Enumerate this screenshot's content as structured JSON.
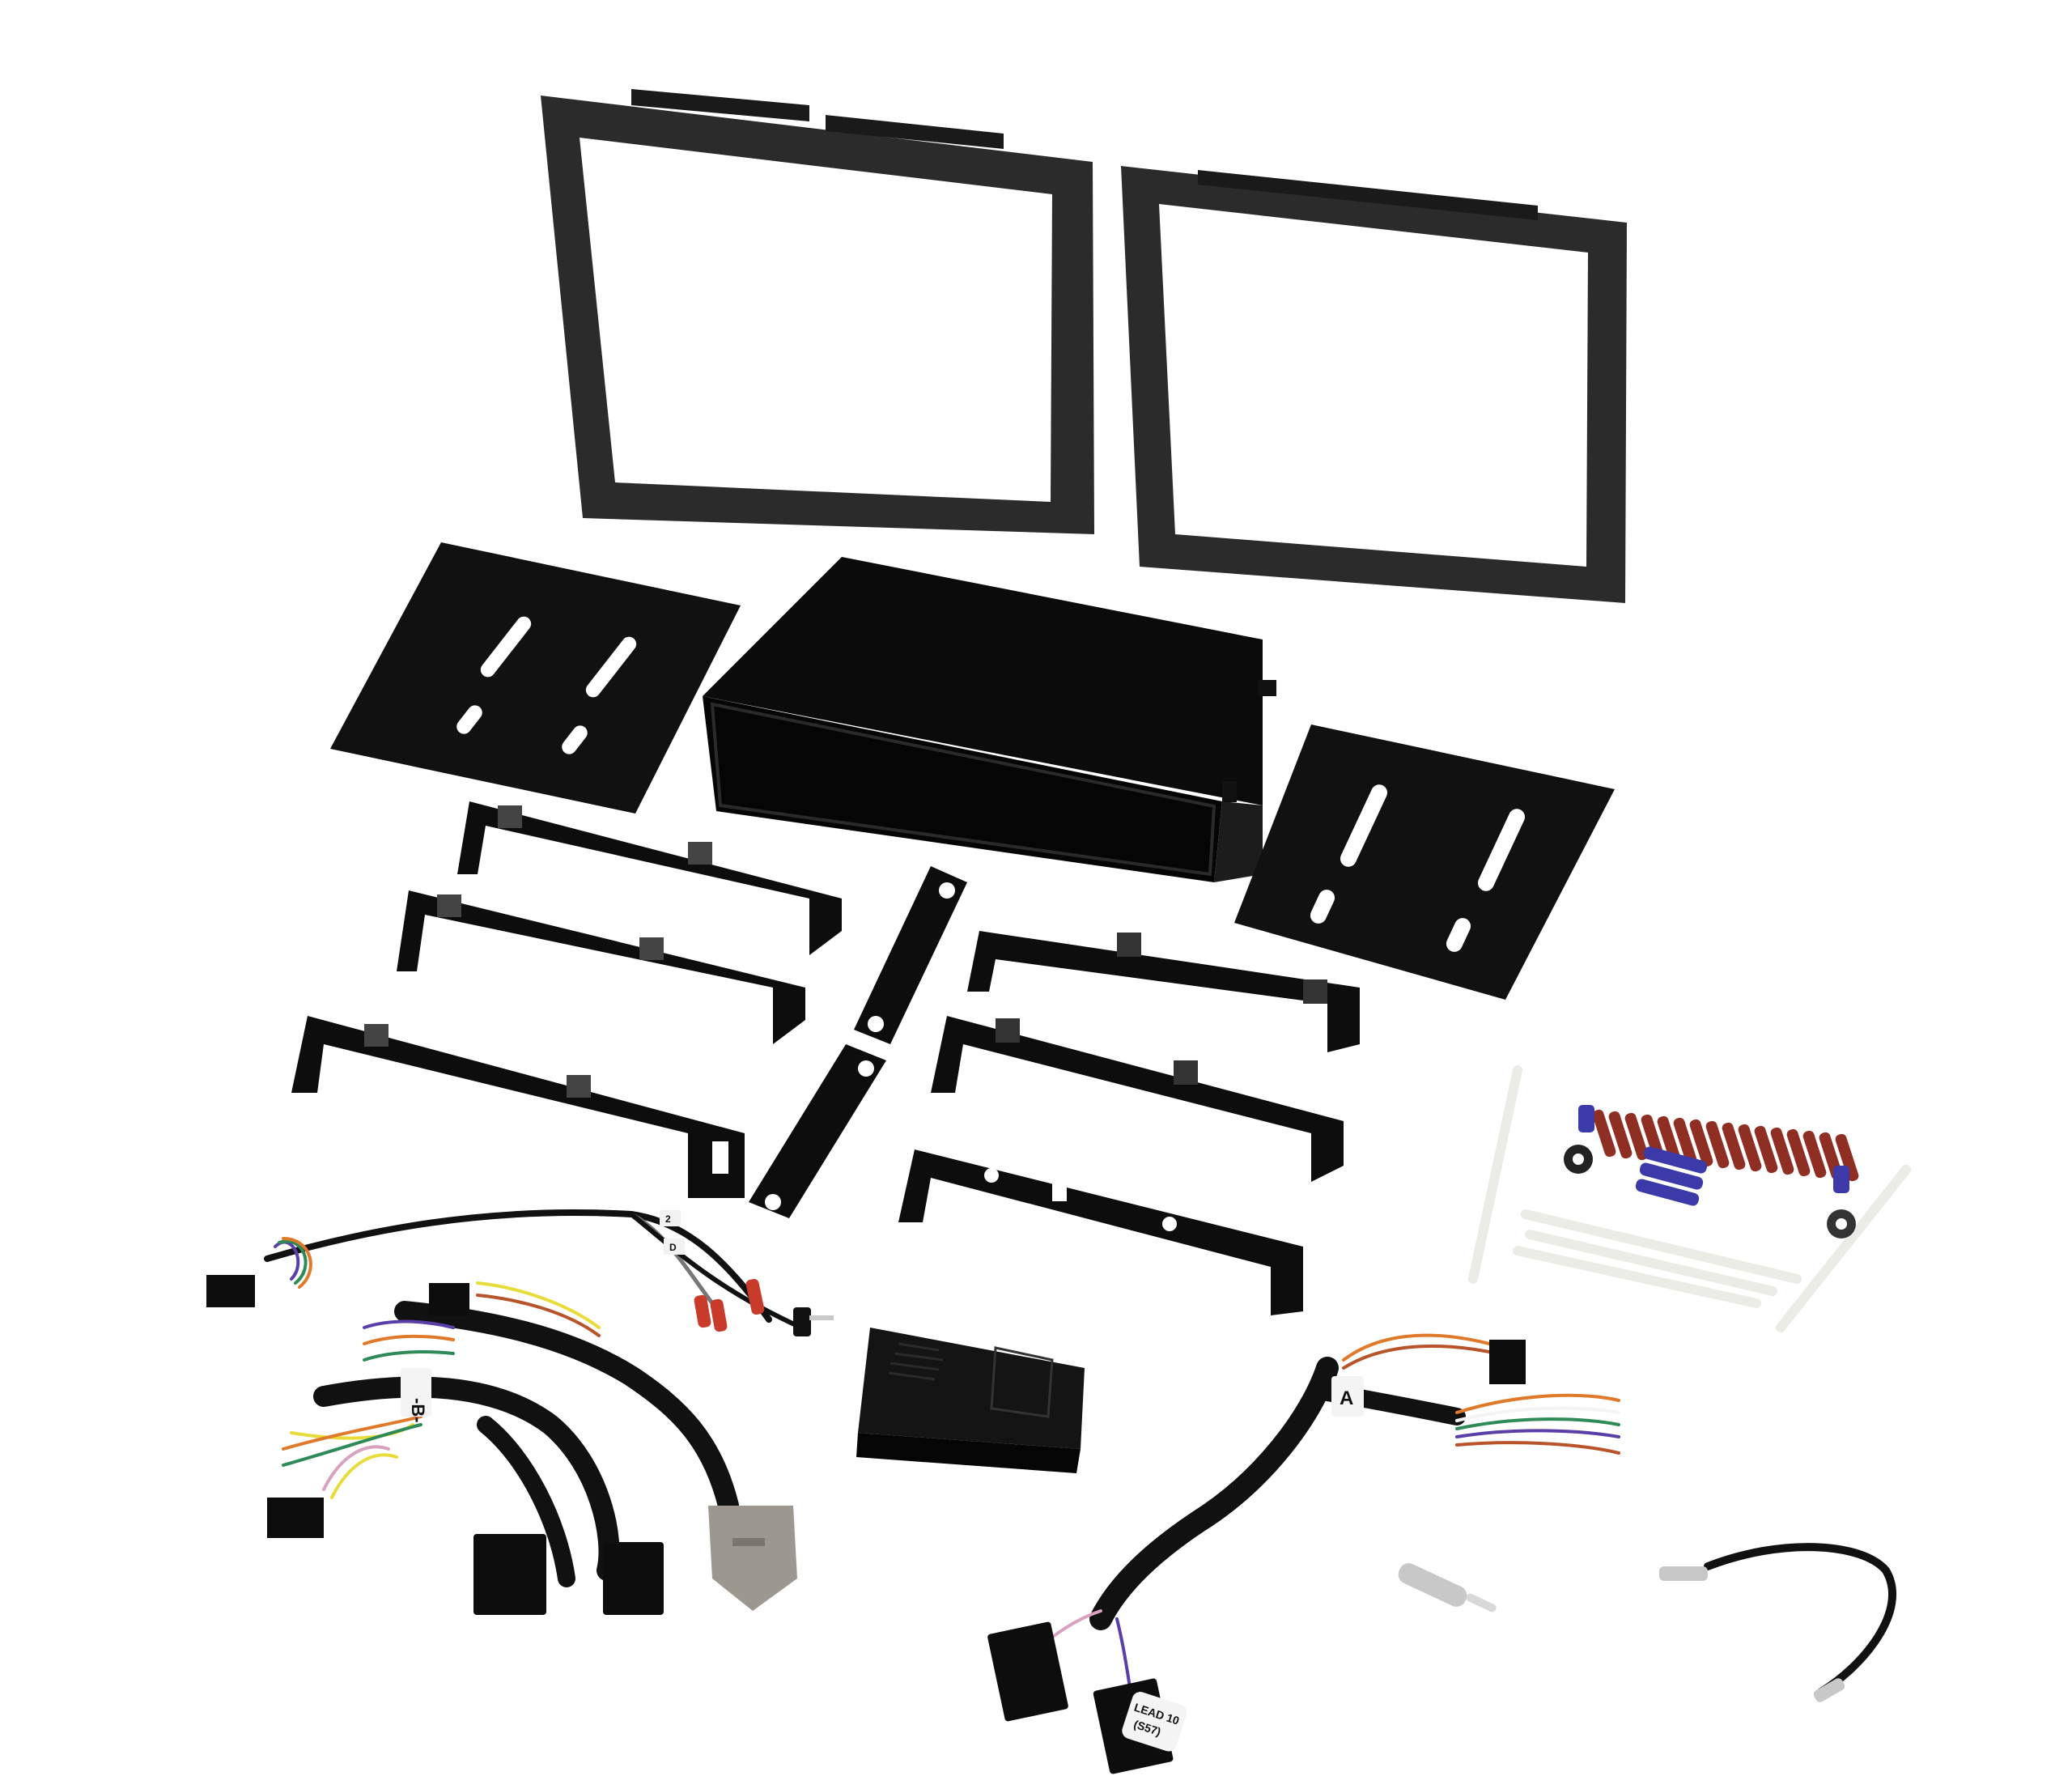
{
  "photo": {
    "subject": "Car stereo dash installation kit",
    "background_color": "#ffffff"
  },
  "parts": {
    "trim_bezels": {
      "count": 2,
      "color": "#2b2b2b"
    },
    "pocket": {
      "color": "#0a0a0a"
    },
    "side_plates": {
      "count": 2,
      "color": "#111111"
    },
    "brackets": {
      "count": 6,
      "color": "#0d0d0d"
    },
    "spacer_strips": {
      "count": 2,
      "color": "#0d0d0d"
    },
    "interface_module": {
      "color": "#141414"
    },
    "zip_ties": {
      "count": 5,
      "color": "#ecece6"
    },
    "butt_connectors_red": {
      "count": 16,
      "color": "#8f2e22"
    },
    "butt_connectors_blue": {
      "count": 3,
      "color": "#3b3aa8"
    },
    "ring_terminals": {
      "count": 2,
      "color": "#3b3aa8"
    },
    "gm_connector": {
      "color": "#9c9890"
    },
    "antenna_adapter": {
      "color": "#c8c8c8"
    }
  },
  "labels": {
    "harness_a": "A",
    "harness_b": "-B-",
    "lead_line1": "LEAD 10",
    "lead_line2": "(S57)",
    "tag_2": "2",
    "tag_d": "D"
  },
  "wire_colors": [
    "#5a3fa8",
    "#2e8b57",
    "#e07a2a",
    "#e8dc3a",
    "#d9a0c0",
    "#888888",
    "#f4f4f4",
    "#b8532a",
    "#111111"
  ]
}
